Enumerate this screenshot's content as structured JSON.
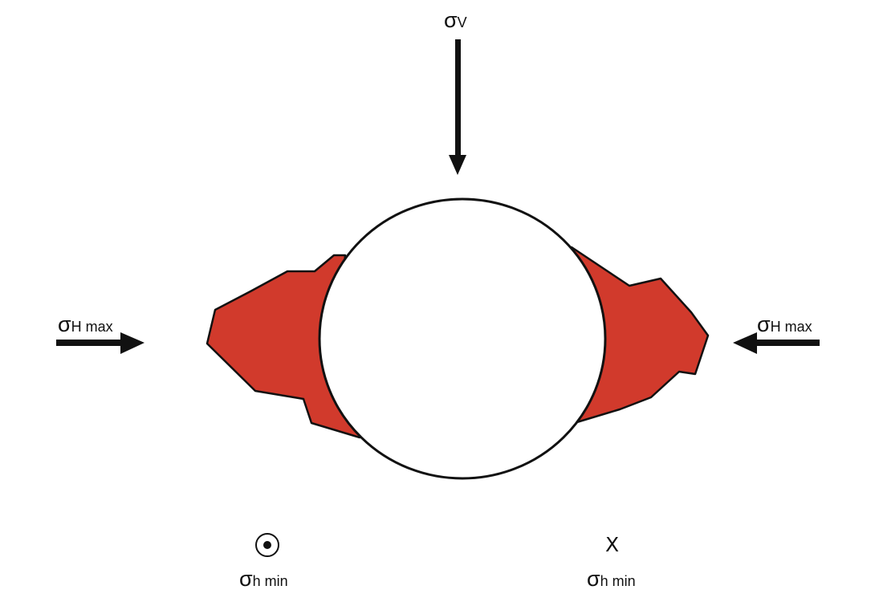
{
  "colors": {
    "breakout": "#d13a2c",
    "stroke": "#111111",
    "borehole": "#ffffff"
  },
  "labels": {
    "sigma_v": {
      "symbol": "σ",
      "subscript": "V"
    },
    "sigma_hmax_left": {
      "symbol": "σ",
      "subscript": "H max"
    },
    "sigma_hmax_right": {
      "symbol": "σ",
      "subscript": "H max"
    },
    "sigma_hmin_left": {
      "symbol": "σ",
      "subscript": "h min"
    },
    "sigma_hmin_right": {
      "symbol": "σ",
      "subscript": "h min"
    }
  },
  "markers": {
    "out_of_page_icon": "circled-dot",
    "into_page_symbol": "X"
  }
}
